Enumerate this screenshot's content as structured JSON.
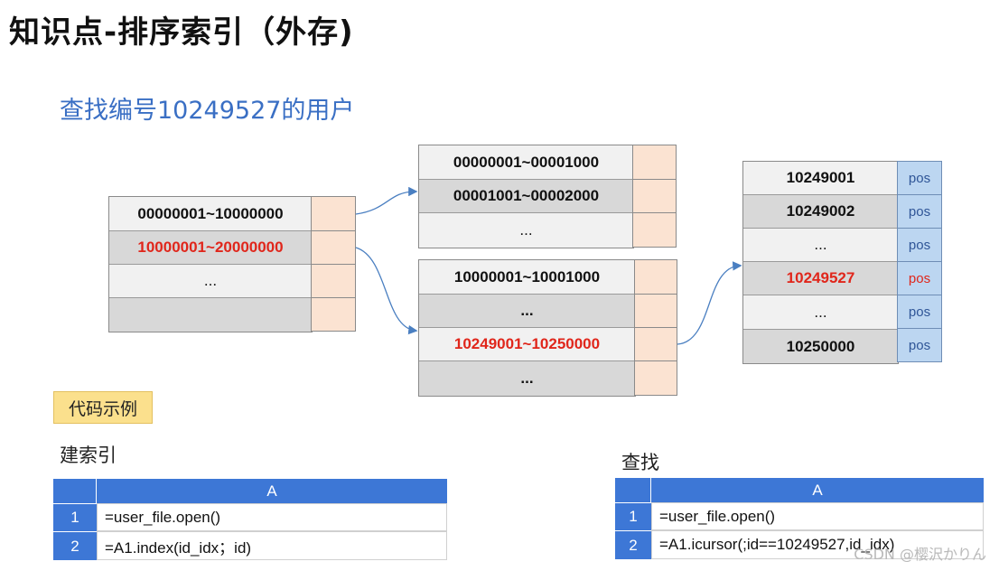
{
  "title": "知识点-排序索引（外存)",
  "subtitle": "查找编号10249527的用户",
  "level1": {
    "rows": [
      "00000001~10000000",
      "10000001~20000000",
      "...",
      ""
    ],
    "highlight_index": 1
  },
  "level2_top": {
    "rows": [
      "00000001~00001000",
      "00001001~00002000",
      "..."
    ]
  },
  "level2_bottom": {
    "rows": [
      "10000001~10001000",
      "...",
      "10249001~10250000",
      "..."
    ],
    "highlight_index": 2
  },
  "level3": {
    "rows": [
      "10249001",
      "10249002",
      "...",
      "10249527",
      "...",
      "10250000"
    ],
    "pos_label": "pos",
    "highlight_index": 3
  },
  "code_badge": "代码示例",
  "build_index": {
    "label": "建索引",
    "column": "A",
    "rows": [
      {
        "num": "1",
        "code": "=user_file.open()"
      },
      {
        "num": "2",
        "code": "=A1.index(id_idx；id)"
      }
    ]
  },
  "search": {
    "label": "查找",
    "column": "A",
    "rows": [
      {
        "num": "1",
        "code": "=user_file.open()"
      },
      {
        "num": "2",
        "code": "=A1.icursor(;id==10249527,id_idx)"
      }
    ]
  },
  "watermark": "CSDN @樱沢かりん",
  "colors": {
    "highlight_red": "#e0261b",
    "subtitle_blue": "#3a6fc4",
    "pointer_peach": "#fbe3d2",
    "pos_blue": "#bcd6f1",
    "header_blue": "#3d77d6",
    "badge_yellow": "#fbe08d"
  }
}
